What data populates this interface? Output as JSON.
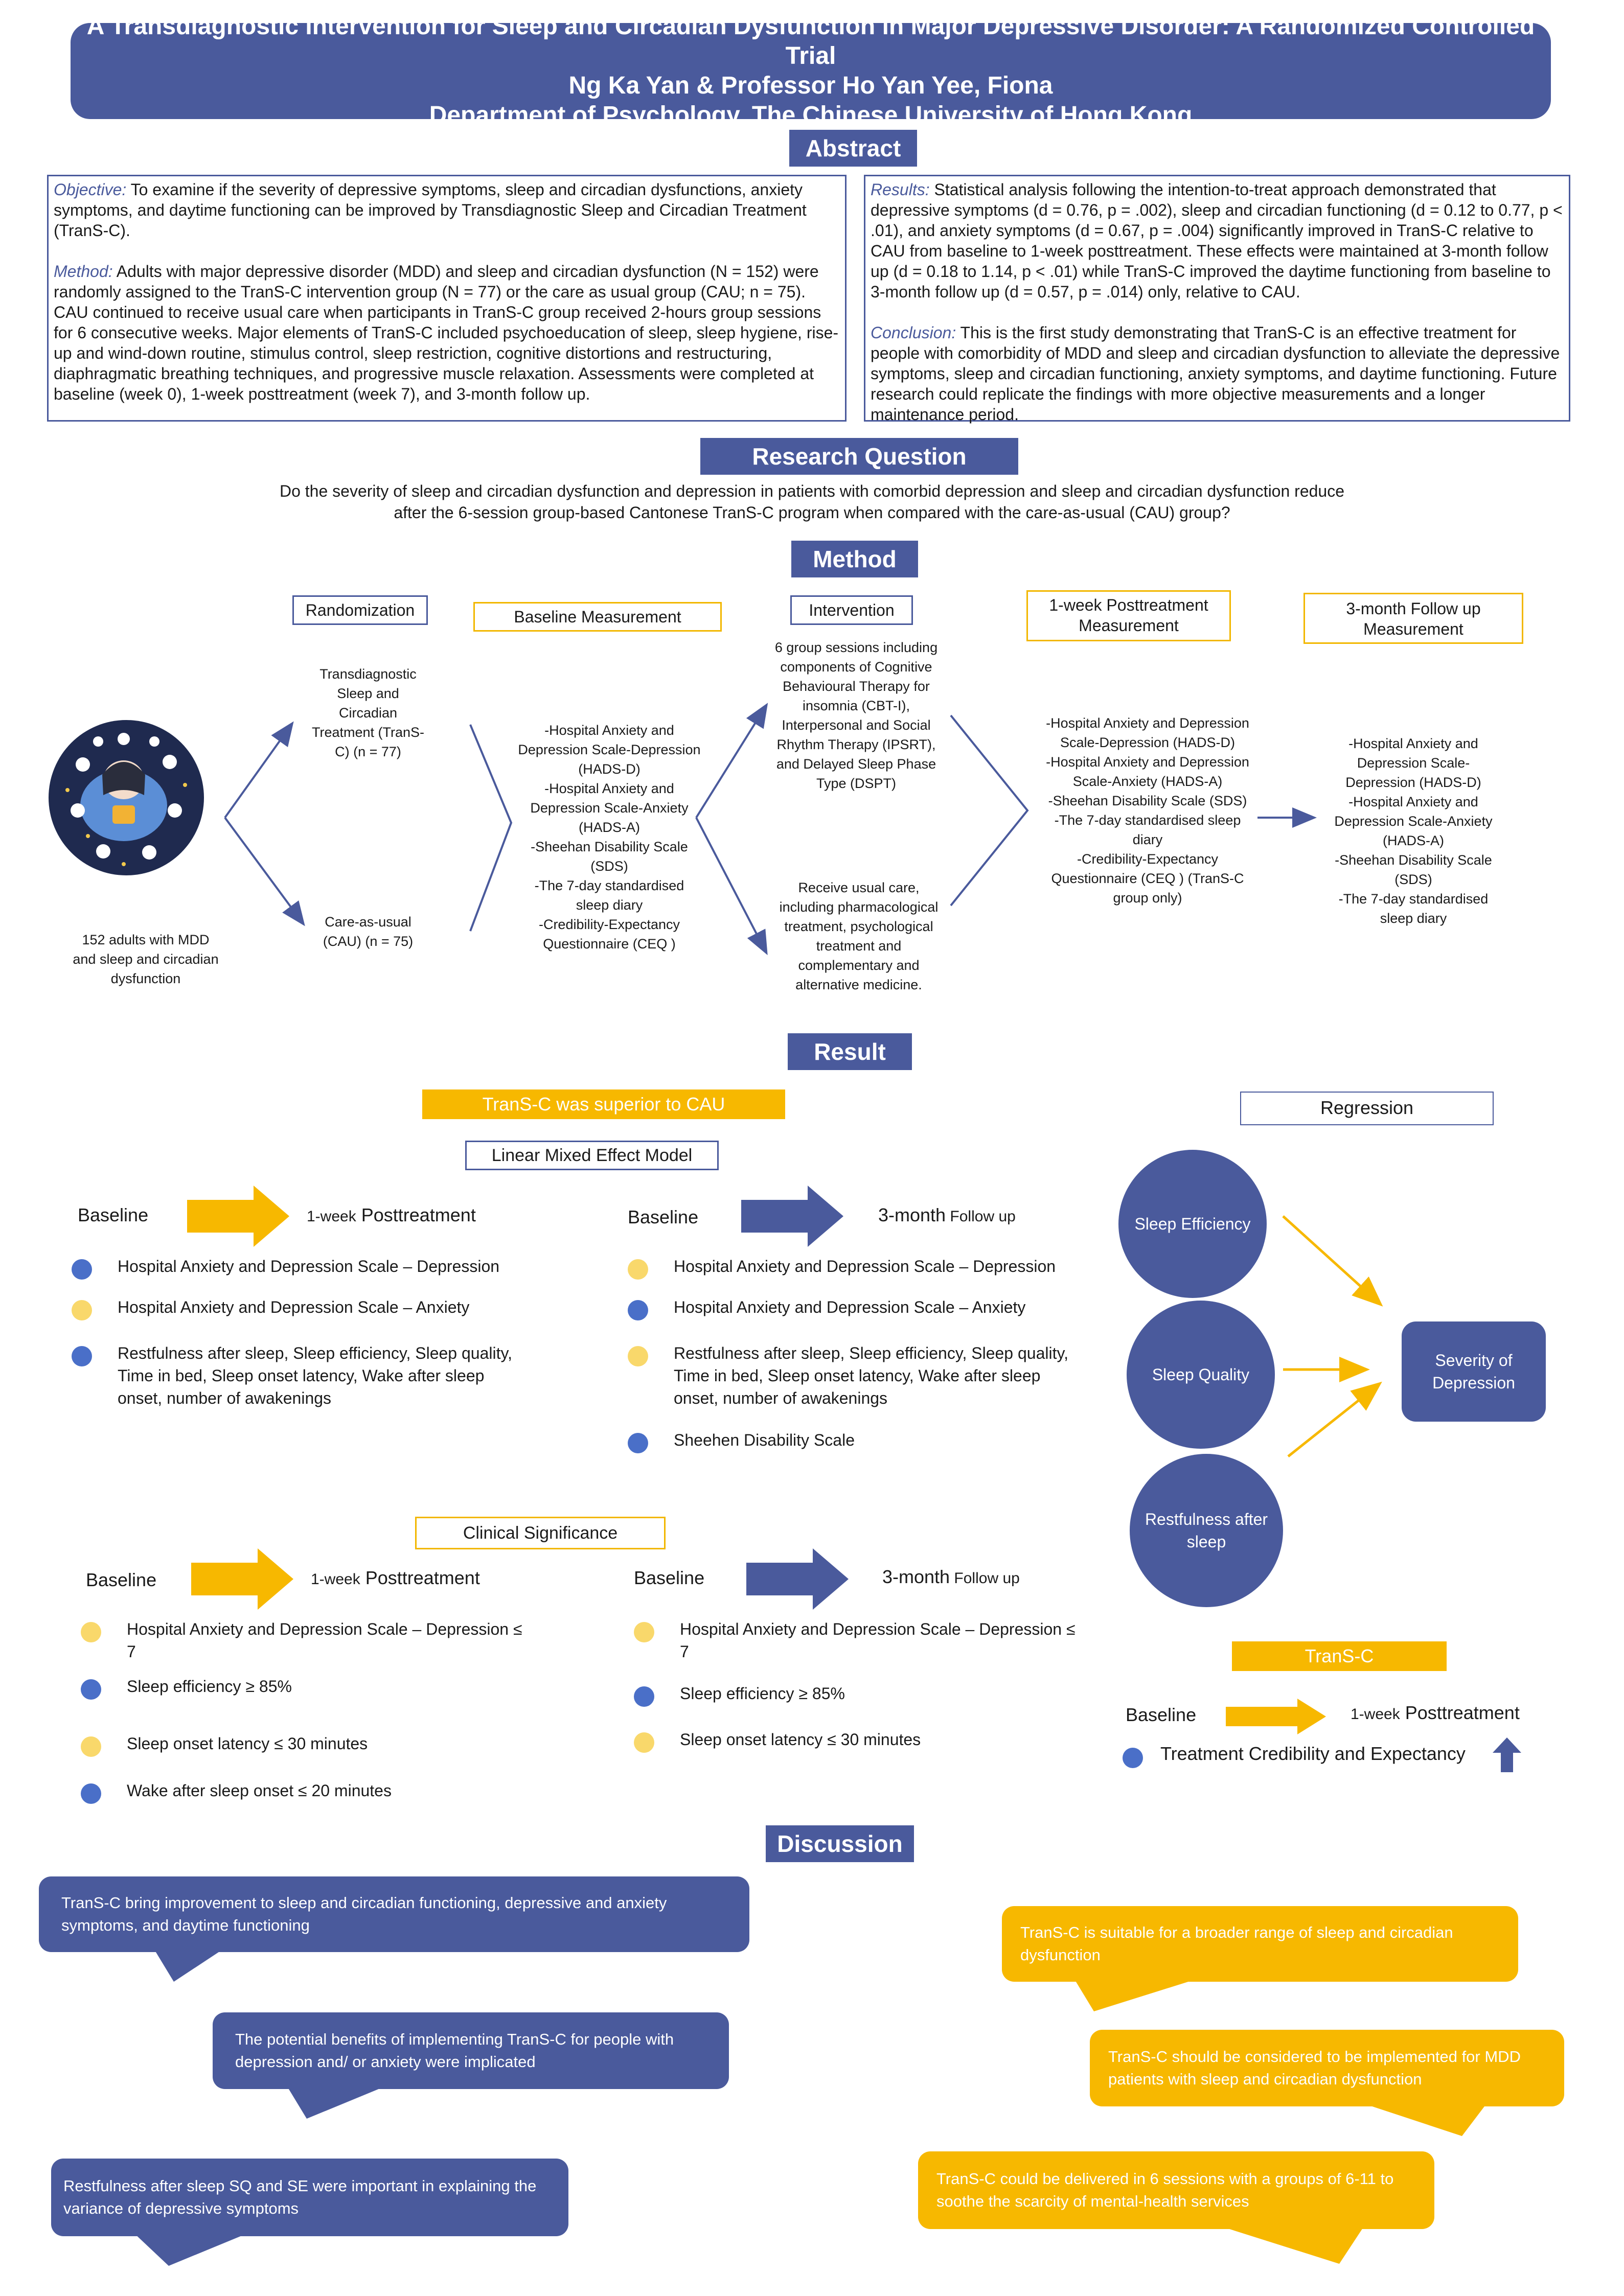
{
  "title": {
    "line1": "A Transdiagnostic Intervention for Sleep and Circadian Dysfunction in Major Depressive Disorder: A Randomized Controlled Trial",
    "line2": "Ng Ka Yan & Professor Ho Yan Yee, Fiona",
    "line3": "Department of Psychology, The Chinese University of Hong Kong"
  },
  "abstract": {
    "heading": "Abstract",
    "objective_label": "Objective:",
    "objective_text": " To examine if the severity of depressive symptoms, sleep and circadian dysfunctions, anxiety symptoms, and daytime functioning can be improved by Transdiagnostic Sleep and Circadian Treatment (TranS-C).",
    "method_label": "Method:",
    "method_text": " Adults with major depressive disorder (MDD) and sleep and circadian dysfunction (N = 152) were randomly assigned to the TranS-C intervention group (N = 77) or the care as usual group (CAU; n = 75). CAU continued to receive usual care when participants in TranS-C group received 2-hours group sessions for 6 consecutive weeks. Major elements of TranS-C included psychoeducation of sleep, sleep hygiene, rise-up and wind-down routine, stimulus control, sleep restriction, cognitive distortions and restructuring, diaphragmatic breathing techniques, and progressive muscle relaxation. Assessments were completed at baseline (week 0), 1-week posttreatment (week 7), and 3-month follow up.",
    "results_label": "Results:",
    "results_text": " Statistical analysis following the intention-to-treat approach demonstrated that depressive symptoms (d = 0.76, p = .002), sleep and circadian functioning (d = 0.12 to 0.77, p < .01), and anxiety symptoms (d = 0.67, p = .004) significantly improved in TranS-C relative to CAU from baseline to 1-week posttreatment. These effects were maintained at 3-month follow up (d = 0.18 to 1.14, p < .01) while TranS-C improved the daytime functioning from baseline to 3-month follow up (d = 0.57, p = .014) only, relative to CAU.",
    "conclusion_label": "Conclusion:",
    "conclusion_text": " This is the first study demonstrating that TranS-C is an effective treatment for people with comorbidity of MDD and sleep and circadian dysfunction to alleviate the depressive symptoms, sleep and circadian functioning, anxiety symptoms, and daytime functioning. Future research could replicate the findings with more objective measurements and a longer maintenance period."
  },
  "research_question": {
    "heading": "Research Question",
    "line1": "Do the severity of sleep and circadian dysfunction and depression in patients with comorbid depression and sleep and circadian dysfunction reduce",
    "line2": "after the 6-session group-based Cantonese TranS-C program when compared with the care-as-usual (CAU) group?"
  },
  "method": {
    "heading": "Method",
    "randomization": "Randomization",
    "baseline_measurement": "Baseline Measurement",
    "intervention": "Intervention",
    "posttreatment_measurement": "1-week Posttreatment Measurement",
    "followup_measurement": "3-month Follow up Measurement",
    "participants": "152 adults with MDD and sleep and circadian dysfunction",
    "transc_group": "Transdiagnostic Sleep and Circadian Treatment (TranS-C) (n = 77)",
    "cau_group": "Care-as-usual (CAU) (n = 75)",
    "baseline_measures": [
      "-Hospital Anxiety and Depression Scale-Depression (HADS-D)",
      "-Hospital Anxiety and Depression Scale-Anxiety (HADS-A)",
      "-Sheehan Disability Scale (SDS)",
      "-The 7-day standardised sleep diary",
      "-Credibility-Expectancy Questionnaire (CEQ )"
    ],
    "transc_intervention": "6 group sessions including components of Cognitive Behavioural Therapy for insomnia (CBT-I), Interpersonal and Social Rhythm Therapy (IPSRT), and Delayed Sleep Phase Type (DSPT)",
    "cau_intervention": "Receive usual care, including pharmacological treatment, psychological treatment and complementary and alternative medicine.",
    "post_measures": [
      "-Hospital Anxiety and Depression Scale-Depression (HADS-D)",
      "-Hospital Anxiety and Depression Scale-Anxiety (HADS-A)",
      "-Sheehan Disability Scale (SDS)",
      "-The 7-day standardised sleep diary",
      "-Credibility-Expectancy Questionnaire (CEQ ) (TranS-C group only)"
    ],
    "followup_measures": [
      "-Hospital Anxiety and Depression Scale-Depression (HADS-D)",
      "-Hospital Anxiety and Depression Scale-Anxiety (HADS-A)",
      "-Sheehan Disability Scale (SDS)",
      "-The 7-day standardised sleep diary"
    ]
  },
  "result": {
    "heading": "Result",
    "superior_banner": "TranS-C was superior to CAU",
    "lmm_heading": "Linear Mixed Effect Model",
    "baseline": "Baseline",
    "post_1week": "1-week",
    "post_1week_word": " Posttreatment",
    "followup_3month": "3-month",
    "followup_word": " Follow up",
    "lmm_post_items": [
      {
        "text": "Hospital Anxiety and Depression Scale – Depression",
        "color": "blue"
      },
      {
        "text": "Hospital Anxiety and Depression Scale – Anxiety",
        "color": "yellow"
      },
      {
        "text": "Restfulness after sleep, Sleep efficiency, Sleep quality, Time in bed, Sleep onset latency, Wake after sleep onset, number of awakenings",
        "color": "blue"
      }
    ],
    "lmm_followup_items": [
      {
        "text": "Hospital Anxiety and Depression Scale – Depression",
        "color": "yellow"
      },
      {
        "text": "Hospital Anxiety and Depression Scale – Anxiety",
        "color": "blue"
      },
      {
        "text": "Restfulness after sleep, Sleep efficiency, Sleep quality, Time in bed, Sleep onset latency, Wake after sleep onset, number of awakenings",
        "color": "yellow"
      },
      {
        "text": "Sheehen Disability Scale",
        "color": "blue"
      }
    ],
    "clinical_heading": "Clinical Significance",
    "clin_post_items": [
      {
        "text": "Hospital Anxiety and Depression Scale – Depression ≤ 7",
        "color": "yellow"
      },
      {
        "text": "Sleep efficiency ≥ 85%",
        "color": "blue"
      },
      {
        "text": "Sleep onset latency ≤ 30 minutes",
        "color": "yellow"
      },
      {
        "text": "Wake after sleep onset ≤ 20 minutes",
        "color": "blue"
      }
    ],
    "clin_followup_items": [
      {
        "text": "Hospital Anxiety and Depression Scale – Depression ≤ 7",
        "color": "yellow"
      },
      {
        "text": "Sleep efficiency ≥ 85%",
        "color": "blue"
      },
      {
        "text": "Sleep onset latency ≤ 30 minutes",
        "color": "yellow"
      }
    ],
    "regression_heading": "Regression",
    "reg_predictors": [
      "Sleep Efficiency",
      "Sleep Quality",
      "Restfulness after sleep"
    ],
    "reg_outcome": "Severity of Depression",
    "transc_banner": "TranS-C",
    "ceq_item": "Treatment Credibility and Expectancy"
  },
  "discussion": {
    "heading": "Discussion",
    "blue": [
      "TranS-C bring  improvement to sleep and circadian functioning, depressive and anxiety symptoms, and daytime functioning",
      "The potential benefits of implementing TranS-C for people with depression and/ or anxiety were implicated",
      "Restfulness after sleep SQ and SE were important in explaining the variance of depressive symptoms"
    ],
    "yellow": [
      "TranS-C is suitable for a broader range of sleep and circadian dysfunction",
      "TranS-C should be considered to be implemented for MDD patients with sleep and circadian dysfunction",
      "TranS-C could be delivered in 6 sessions with a groups of 6-11 to soothe the scarcity of mental-health services"
    ]
  },
  "colors": {
    "primary": "#4a5a9c",
    "gold": "#f7b800",
    "dot_blue": "#4a6fc8",
    "dot_yellow": "#f9d86b"
  }
}
